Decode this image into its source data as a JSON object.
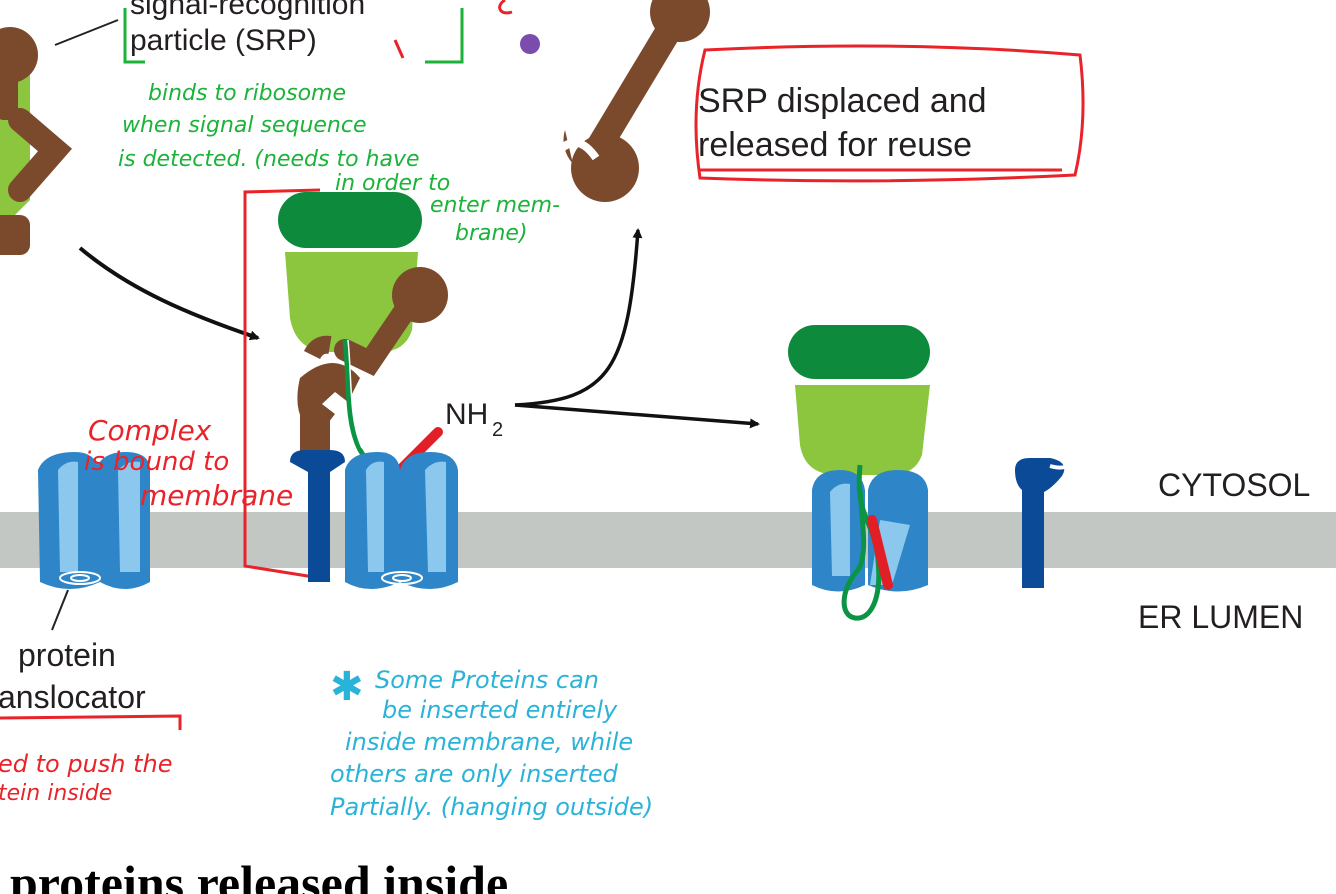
{
  "labels": {
    "srp_line1": "signal-recognition",
    "srp_line2": "particle (SRP)",
    "srp_released_line1": "SRP displaced and",
    "srp_released_line2": "released for reuse",
    "nh2_main": "NH",
    "nh2_sub": "2",
    "cytosol": "CYTOSOL",
    "er_lumen": "ER LUMEN",
    "translocator_line1": "protein",
    "translocator_line2": "anslocator"
  },
  "annotations": {
    "srp_note": [
      "binds to ribosome",
      "when signal sequence",
      "is detected. (needs to have",
      "in order to",
      "enter mem-",
      "brane)"
    ],
    "complex_note": [
      "Complex",
      "is bound to",
      "membrane"
    ],
    "translocator_note": [
      "ed to push the",
      "tein inside"
    ],
    "proteins_note": [
      "Some Proteins can",
      "be inserted entirely",
      "inside membrane, while",
      "others are only inserted",
      "Partially. (hanging outside)"
    ],
    "star_glyph": "✱"
  },
  "heading": {
    "text": "proteins released inside"
  },
  "colors": {
    "membrane": "#c3c7c3",
    "ribosome_large": "#8cc63f",
    "ribosome_small": "#0d8a3c",
    "srp": "#7b4a2d",
    "receptor": "#0b4a96",
    "translocator": "#2e86c8",
    "translocator_light": "#8cc8ee",
    "signal": "#e21f26",
    "chain": "#0b9444",
    "note_green": "#1bb33a",
    "note_red": "#e8232a",
    "note_blue": "#2ab3d8",
    "purple_dot": "#7a4cae"
  }
}
